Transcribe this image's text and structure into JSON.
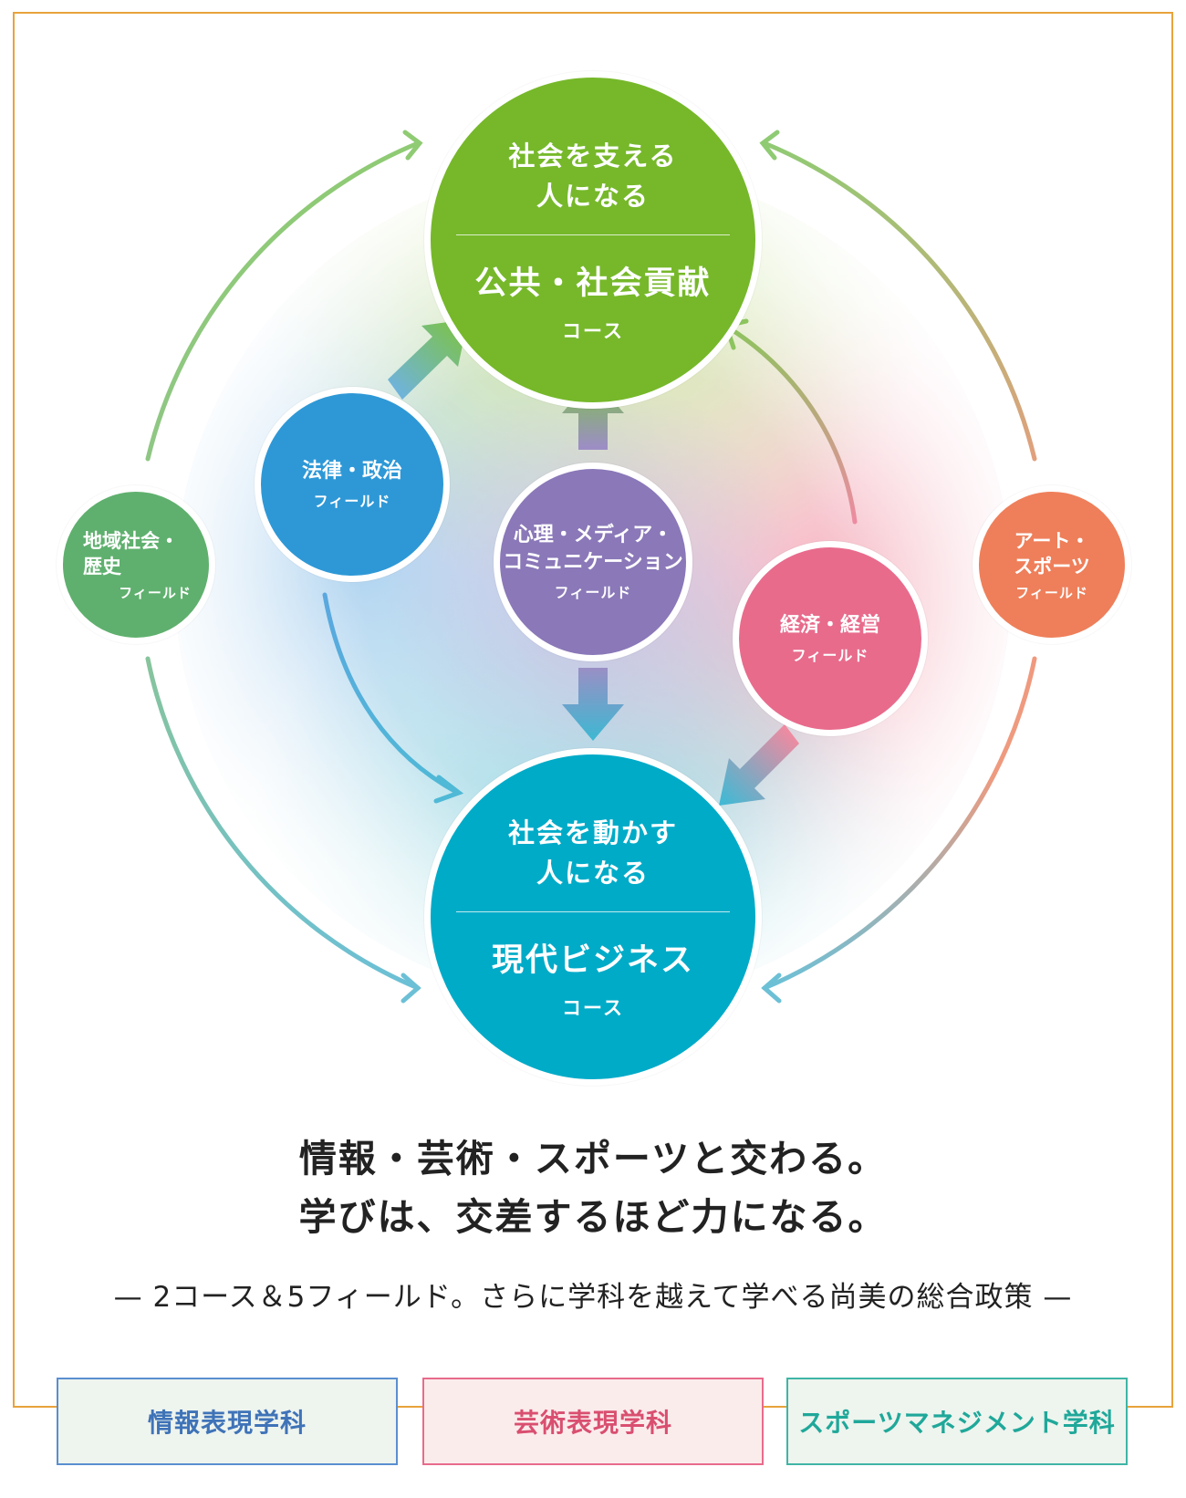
{
  "courses": {
    "public": {
      "lead_line1": "社会を支える",
      "lead_line2": "人になる",
      "name": "公共・社会貢献",
      "sub": "コース",
      "color": "#76b82a"
    },
    "business": {
      "lead_line1": "社会を動かす",
      "lead_line2": "人になる",
      "name": "現代ビジネス",
      "sub": "コース",
      "color": "#00abc8"
    }
  },
  "fields": {
    "law": {
      "line1": "法律・政治",
      "sub": "フィールド",
      "color": "#2e98d6"
    },
    "psych": {
      "line1": "心理・メディア・",
      "line2": "コミュニケーション",
      "sub": "フィールド",
      "color": "#8a78b8"
    },
    "econ": {
      "line1": "経済・経営",
      "sub": "フィールド",
      "color": "#e86b8c"
    },
    "region": {
      "line1": "地域社会・",
      "line2": "歴史",
      "sub": "フィールド",
      "color": "#5fb06e"
    },
    "art": {
      "line1": "アート・",
      "line2": "スポーツ",
      "sub": "フィールド",
      "color": "#ee7f5a"
    }
  },
  "heading": {
    "line1": "情報・芸術・スポーツと交わる。",
    "line2": "学びは、交差するほど力になる。"
  },
  "tagline": "— 2コース＆5フィールド。さらに学科を越えて学べる尚美の総合政策 —",
  "departments": [
    {
      "label": "情報表現学科",
      "text_color": "#3f73b8",
      "border_color": "#5a8fd0",
      "bg_color": "#eef4ee"
    },
    {
      "label": "芸術表現学科",
      "text_color": "#d94f70",
      "border_color": "#e86b8c",
      "bg_color": "#fbecec"
    },
    {
      "label": "スポーツマネジメント学科",
      "text_color": "#1fa89a",
      "border_color": "#3fb5a6",
      "bg_color": "#eef4ee"
    }
  ],
  "frame_color": "#e8a33b"
}
